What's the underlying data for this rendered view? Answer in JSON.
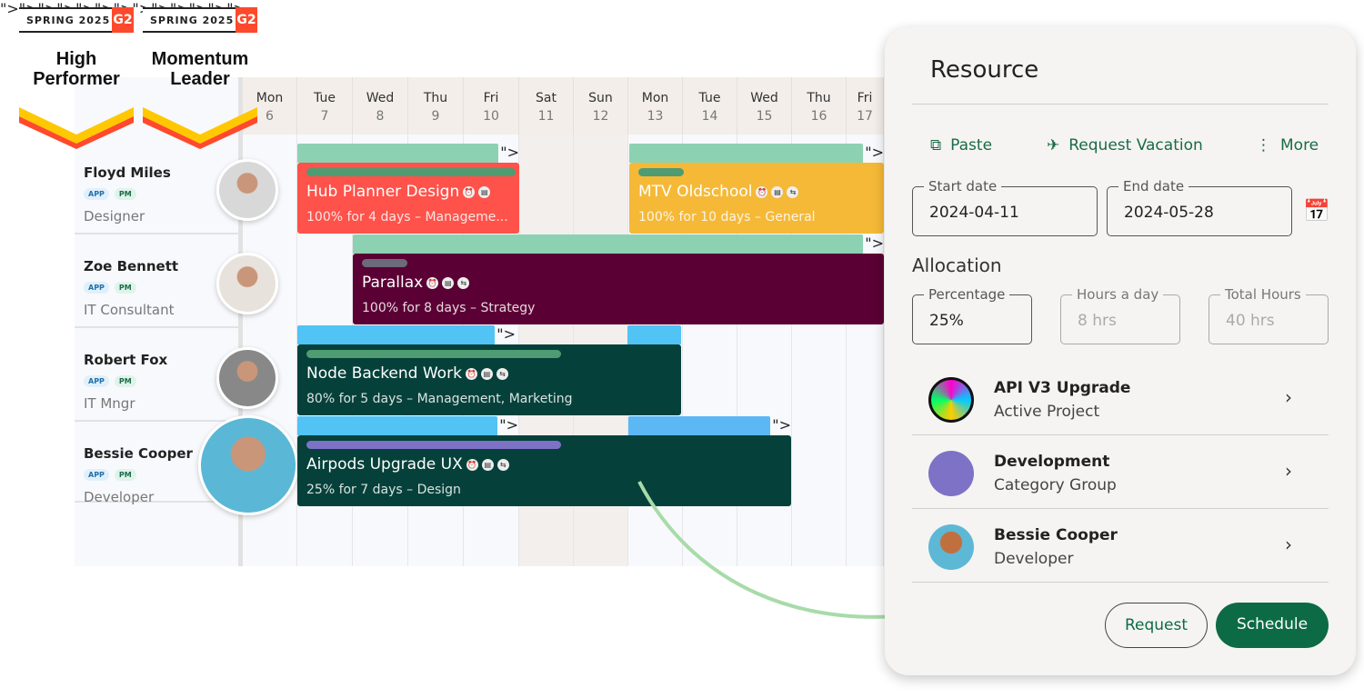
{
  "badges": [
    {
      "season": "SPRING 2025",
      "logo": "G2",
      "title": "High Performer"
    },
    {
      "season": "SPRING 2025",
      "logo": "G2",
      "title": "Momentum Leader"
    }
  ],
  "days": [
    {
      "d": "Mon",
      "n": "6"
    },
    {
      "d": "Tue",
      "n": "7"
    },
    {
      "d": "Wed",
      "n": "8"
    },
    {
      "d": "Thu",
      "n": "9"
    },
    {
      "d": "Fri",
      "n": "10"
    },
    {
      "d": "Sat",
      "n": "11"
    },
    {
      "d": "Sun",
      "n": "12"
    },
    {
      "d": "Mon",
      "n": "13"
    },
    {
      "d": "Tue",
      "n": "14"
    },
    {
      "d": "Wed",
      "n": "15"
    },
    {
      "d": "Thu",
      "n": "16"
    },
    {
      "d": "Fri",
      "n": "17"
    }
  ],
  "resources": [
    {
      "name": "Floyd Miles",
      "tags": [
        "APP",
        "PM"
      ],
      "role": "Designer"
    },
    {
      "name": "Zoe Bennett",
      "tags": [
        "APP",
        "PM"
      ],
      "role": "IT Consultant"
    },
    {
      "name": "Robert Fox",
      "tags": [
        "APP",
        "PM"
      ],
      "role": "IT Mngr"
    },
    {
      "name": "Bessie Cooper",
      "tags": [
        "APP",
        "PM"
      ],
      "role": "Developer"
    }
  ],
  "bookings": [
    {
      "title": "Hub Planner Design",
      "sub": "100% for 4 days – Manageme...",
      "color": "#fe524a"
    },
    {
      "title": "MTV Oldschool",
      "sub": "100% for 10 days – General",
      "color": "#f5b937"
    },
    {
      "title": "Parallax",
      "sub": "100% for 8 days – Strategy",
      "color": "#5b0034"
    },
    {
      "title": "Node Backend Work",
      "sub": "80% for 5 days – Management, Marketing",
      "color": "#05413a"
    },
    {
      "title": "Airpods Upgrade UX",
      "sub": "25% for 7 days – Design",
      "color": "#05413a"
    }
  ],
  "panel": {
    "title": "Resource",
    "actions": {
      "paste": "Paste",
      "vacation": "Request Vacation",
      "more": "More"
    },
    "start_label": "Start date",
    "start": "2024-04-11",
    "end_label": "End date",
    "end": "2024-05-28",
    "allocation": "Allocation",
    "pct_label": "Percentage",
    "pct": "25%",
    "hpd_label": "Hours a day",
    "hpd": "8 hrs",
    "total_label": "Total Hours",
    "total": "40 hrs",
    "items": [
      {
        "title": "API V3 Upgrade",
        "sub": "Active Project"
      },
      {
        "title": "Development",
        "sub": "Category Group",
        "color": "#7d72c6"
      },
      {
        "title": "Bessie Cooper",
        "sub": "Developer"
      }
    ],
    "request": "Request",
    "schedule": "Schedule"
  },
  "colors": {
    "accent": "#0c6b45",
    "green_strip": "#8dd1b3",
    "blue_strip": "#52c3f5"
  }
}
